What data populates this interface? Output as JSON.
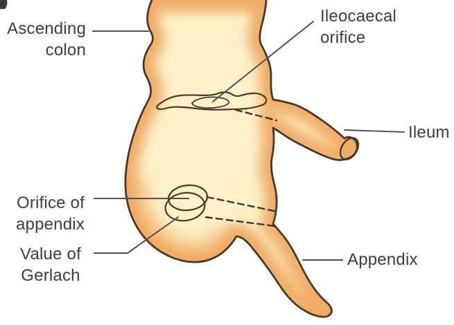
{
  "labels": {
    "ascending_colon": {
      "line1": "Ascending",
      "line2": "colon"
    },
    "ileocaecal_orifice": {
      "line1": "Ileocaecal",
      "line2": "orifice"
    },
    "ileum": {
      "text": "Ileum"
    },
    "orifice_of_appendix": {
      "line1": "Orifice of",
      "line2": "appendix"
    },
    "valve_of_gerlach": {
      "line1": "Value of",
      "line2": "Gerlach"
    },
    "appendix": {
      "text": "Appendix"
    }
  },
  "colors": {
    "background": "#FFFFFF",
    "body_fill": "#FBF0C6",
    "edge_shade": "#EFA55C",
    "outline": "#46392B",
    "leader_line": "#4F4F4F",
    "label_text": "#3E3E3E",
    "ileocaecal_pink_dark": "#D95C9E",
    "ileocaecal_pink_light": "#F3BBD4",
    "ileocaecal_opening_fill": "#F6EFF3",
    "valve_pink_dark": "#C94E8E",
    "valve_pink_light": "#F4ADCE",
    "appendix_orifice_fill": "#FCFAFB",
    "ileum_cut_end_fill": "#F8DFC0"
  }
}
